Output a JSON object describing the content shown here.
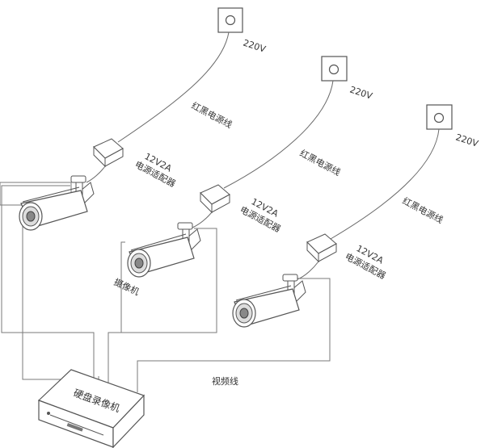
{
  "diagram": {
    "title": "",
    "outlets": [
      {
        "voltage": "220V"
      },
      {
        "voltage": "220V"
      },
      {
        "voltage": "220V"
      }
    ],
    "power_cable_label": "红黑电源线",
    "adapter": {
      "rating": "12V2A",
      "name": "电源适配器"
    },
    "camera_label": "摄像机",
    "video_cable_label": "视频线",
    "nvr_label": "硬盘录像机",
    "colors": {
      "line": "#6a6a6a",
      "text": "#333333",
      "device_fill": "#ffffff"
    }
  }
}
